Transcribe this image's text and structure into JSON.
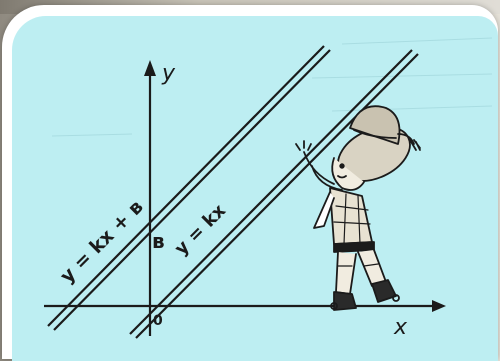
{
  "figure": {
    "axis_x_label": "x",
    "axis_y_label": "y",
    "origin_label": "0",
    "intercept_label": "в",
    "line_upper_equation": "y = kx + в",
    "line_lower_equation": "y = kx"
  },
  "colors": {
    "card_background": "#bdeef2",
    "ink": "#1b1b1b",
    "frame": "#ffffff"
  }
}
